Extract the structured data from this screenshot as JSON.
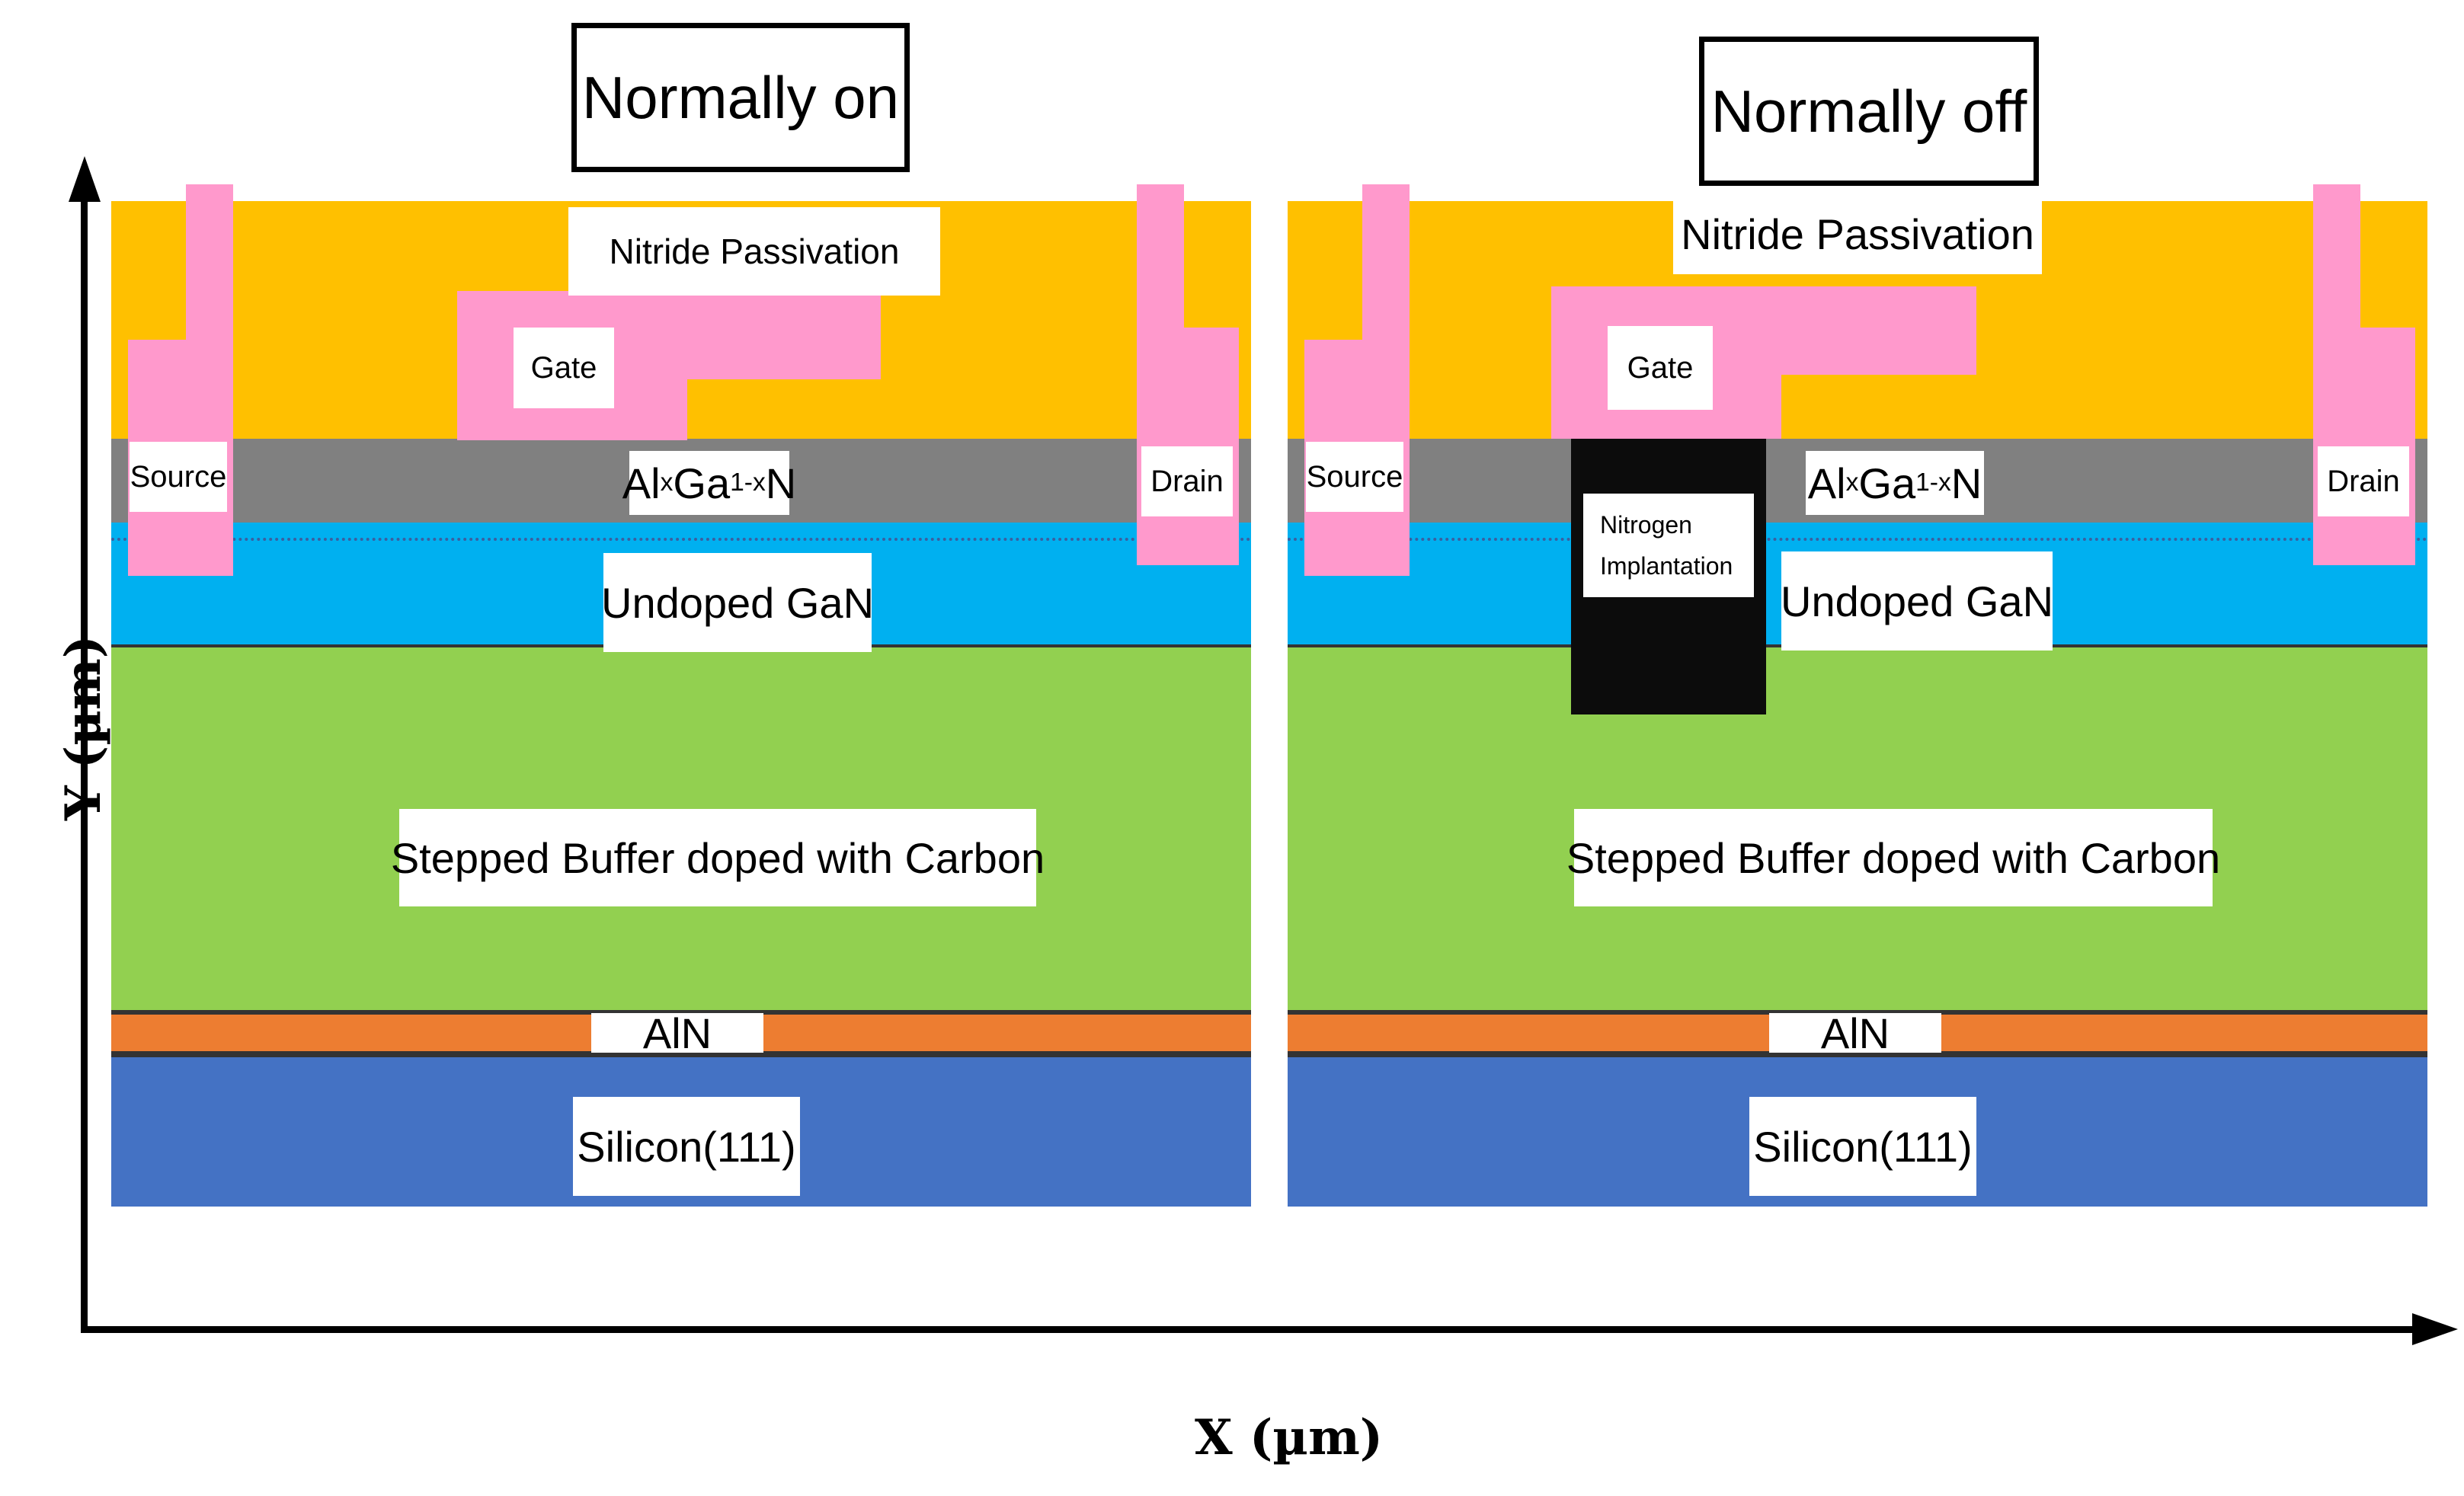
{
  "titles": {
    "left": "Normally on",
    "right": "Normally off"
  },
  "axes": {
    "x_label": "X (µm)",
    "y_label": "Y (µm)"
  },
  "layers": {
    "passivation": "Nitride Passivation",
    "gate": "Gate",
    "source": "Source",
    "drain": "Drain",
    "algan_element1": "Al",
    "algan_sub1": "x",
    "algan_element2": "Ga",
    "algan_sub2": "1-x",
    "algan_element3": "N",
    "gan": "Undoped GaN",
    "buffer": "Stepped Buffer doped with Carbon",
    "aln": "AlN",
    "silicon": "Silicon(111)",
    "implant_line1": "Nitrogen",
    "implant_line2": "Implantation"
  },
  "colors": {
    "passivation": "#ffc000",
    "metal": "#ff99cc",
    "algan": "#808080",
    "gan": "#00b0f0",
    "buffer": "#92d050",
    "aln": "#ed7d31",
    "silicon": "#4472c4",
    "implant": "#0c0c0c"
  }
}
